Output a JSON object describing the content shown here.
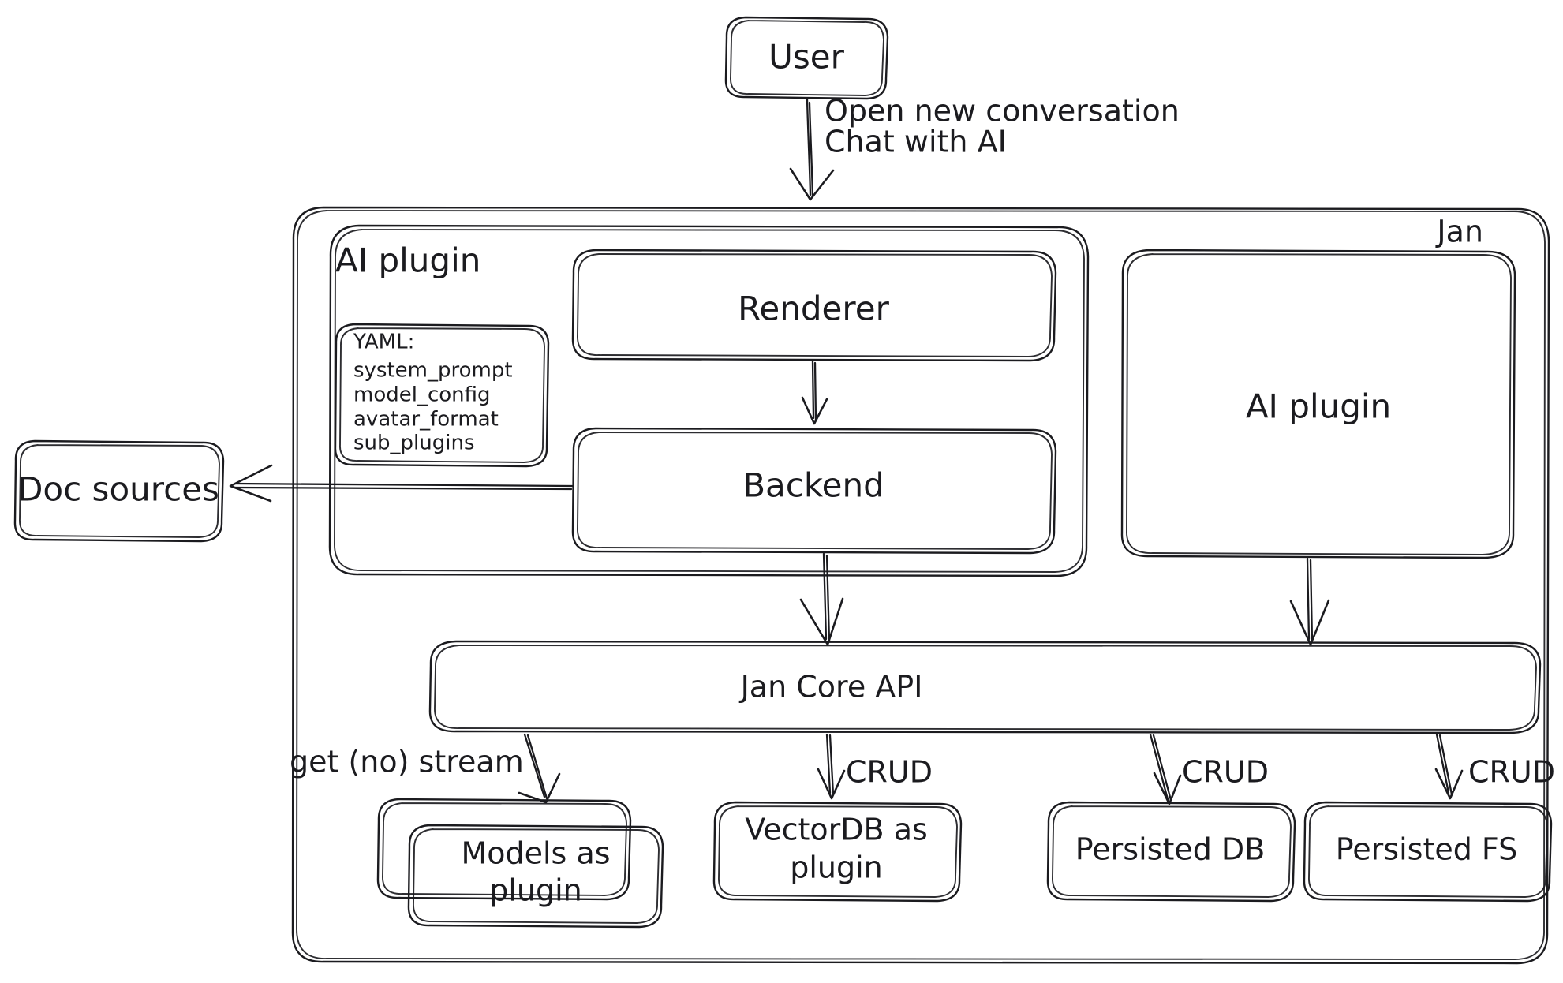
{
  "diagram": {
    "title": "Jan architecture",
    "stroke_color": "#1b1b1f",
    "background_color": "#ffffff",
    "style": "hand-drawn"
  },
  "groups": {
    "jan": {
      "label": "Jan"
    },
    "ai_plugin_group": {
      "label": "AI plugin"
    }
  },
  "nodes": {
    "user": {
      "label": "User"
    },
    "renderer": {
      "label": "Renderer"
    },
    "backend": {
      "label": "Backend"
    },
    "ai_plugin": {
      "label": "AI plugin"
    },
    "doc_sources": {
      "label": "Doc sources"
    },
    "jan_core_api": {
      "label": "Jan Core API"
    },
    "models_as_plugin": {
      "label_line1": "Models as",
      "label_line2": "plugin"
    },
    "vectordb_as_plugin": {
      "label_line1": "VectorDB as",
      "label_line2": "plugin"
    },
    "persisted_db": {
      "label": "Persisted DB"
    },
    "persisted_fs": {
      "label": "Persisted FS"
    }
  },
  "yaml_card": {
    "lines": [
      "YAML:",
      "system_prompt",
      "model_config",
      "avatar_format",
      "sub_plugins"
    ]
  },
  "edges": {
    "user_to_renderer": {
      "label_line1": "Open new conversation",
      "label_line2": "Chat with AI"
    },
    "core_to_models": {
      "label": "get (no) stream"
    },
    "core_to_vectordb": {
      "label": "CRUD"
    },
    "core_to_persisted_db": {
      "label": "CRUD"
    },
    "core_to_persisted_fs": {
      "label": "CRUD"
    },
    "renderer_to_backend": {
      "label": ""
    },
    "backend_to_doc_sources": {
      "label": ""
    },
    "backend_to_core": {
      "label": ""
    },
    "ai_plugin_to_core": {
      "label": ""
    }
  }
}
